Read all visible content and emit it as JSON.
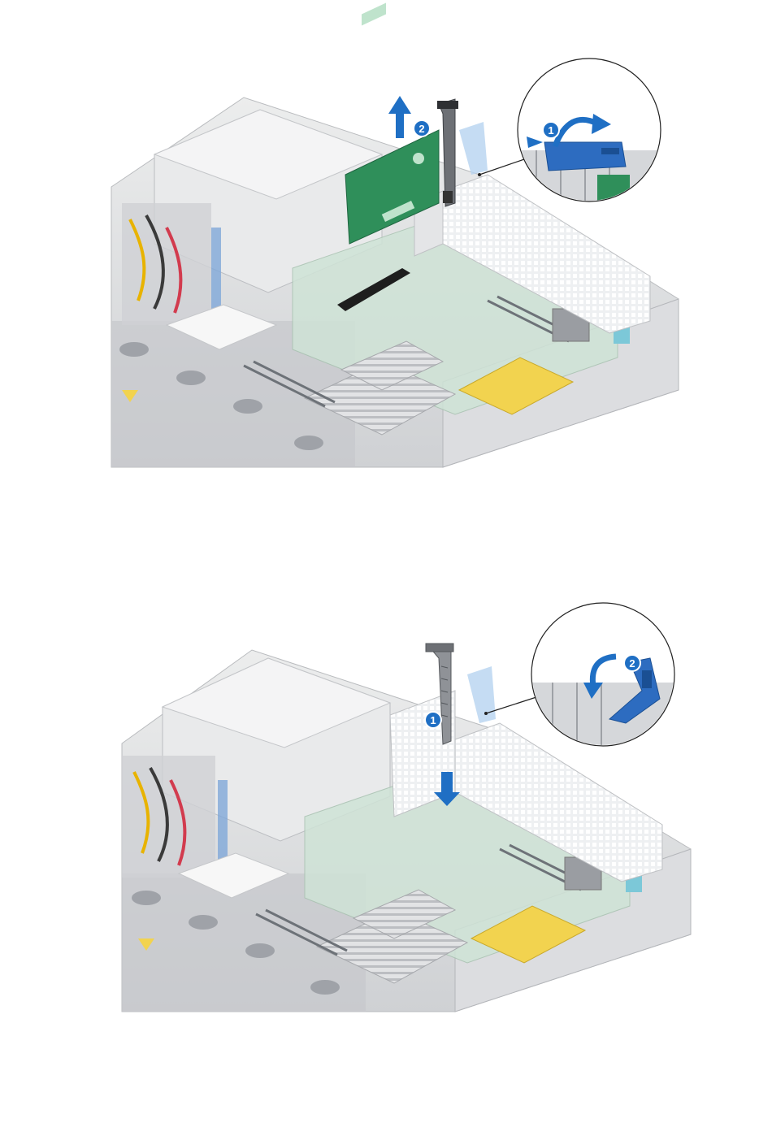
{
  "figures": [
    {
      "steps": [
        {
          "number": "1",
          "color": "#1f6fc4"
        },
        {
          "number": "2",
          "color": "#1f6fc4"
        }
      ]
    },
    {
      "steps": [
        {
          "number": "1",
          "color": "#1f6fc4"
        },
        {
          "number": "2",
          "color": "#1f6fc4"
        }
      ]
    }
  ],
  "colors": {
    "accent": "#1f6fc4",
    "card_green": "#2f8f5a",
    "chassis": "#d9dadc",
    "chassis_dark": "#a9abaf",
    "warning_yellow": "#f2d34f"
  }
}
